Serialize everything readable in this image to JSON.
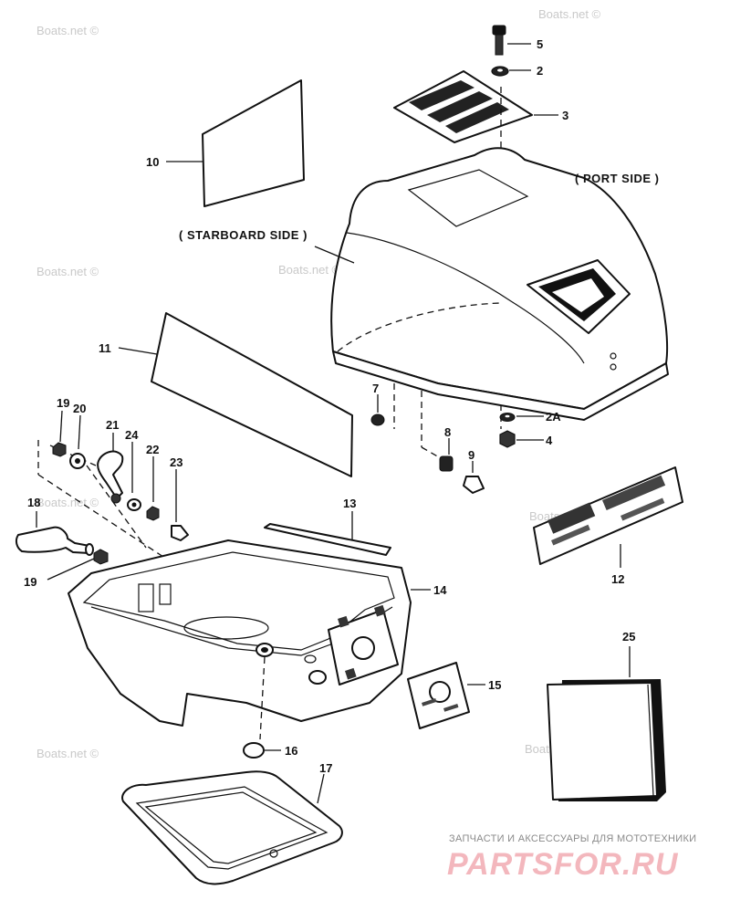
{
  "labels": {
    "l2": "2",
    "l2a": "2A",
    "l3": "3",
    "l4": "4",
    "l5": "5",
    "l7": "7",
    "l8": "8",
    "l9": "9",
    "l10": "10",
    "l11": "11",
    "l12": "12",
    "l13": "13",
    "l14": "14",
    "l15": "15",
    "l16": "16",
    "l17": "17",
    "l18": "18",
    "l19a": "19",
    "l19b": "19",
    "l20": "20",
    "l21": "21",
    "l22": "22",
    "l23": "23",
    "l24": "24",
    "l25": "25"
  },
  "sides": {
    "port": "( PORT SIDE )",
    "starboard": "( STARBOARD SIDE )"
  },
  "watermarks": {
    "boats": "Boats.net ©"
  },
  "footer": {
    "tagline": "ЗАПЧАСТИ И АКСЕССУАРЫ ДЛЯ МОТОТЕХНИКИ",
    "logo": "PARTSFOR.RU"
  }
}
